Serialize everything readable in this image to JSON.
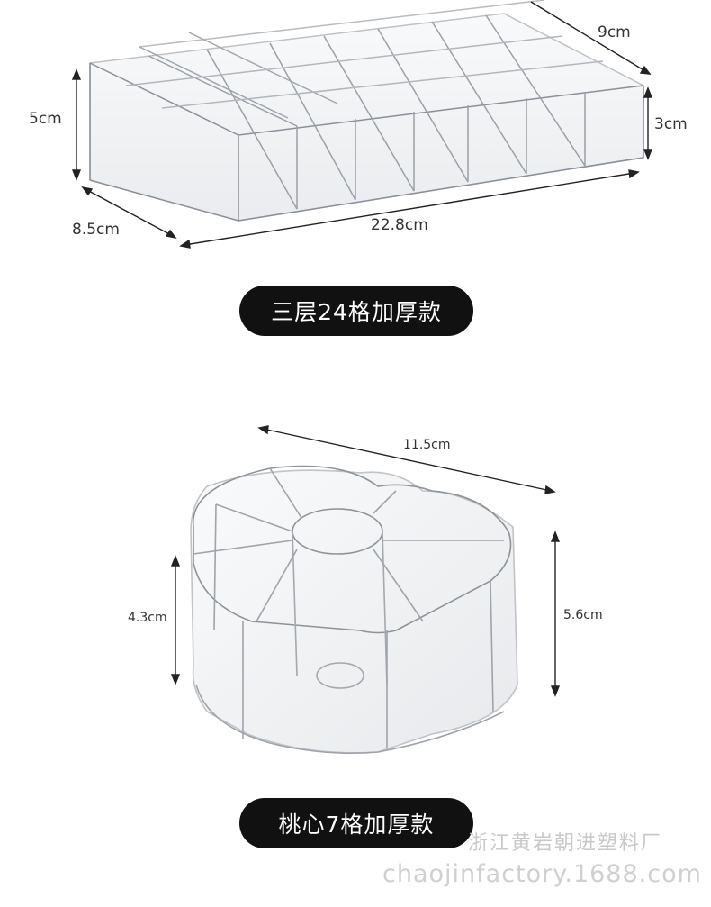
{
  "product1": {
    "dimensions": {
      "depth_top": "9cm",
      "height_back": "5cm",
      "height_front": "3cm",
      "depth_side": "8.5cm",
      "length": "22.8cm"
    },
    "label": "三层24格加厚款"
  },
  "product2": {
    "dimensions": {
      "width": "11.5cm",
      "inner_height": "4.3cm",
      "height": "5.6cm"
    },
    "label": "桃心7格加厚款"
  },
  "watermark": {
    "company": "浙江黄岩朝进塑料厂",
    "url": "chaojinfactory.1688.com"
  }
}
